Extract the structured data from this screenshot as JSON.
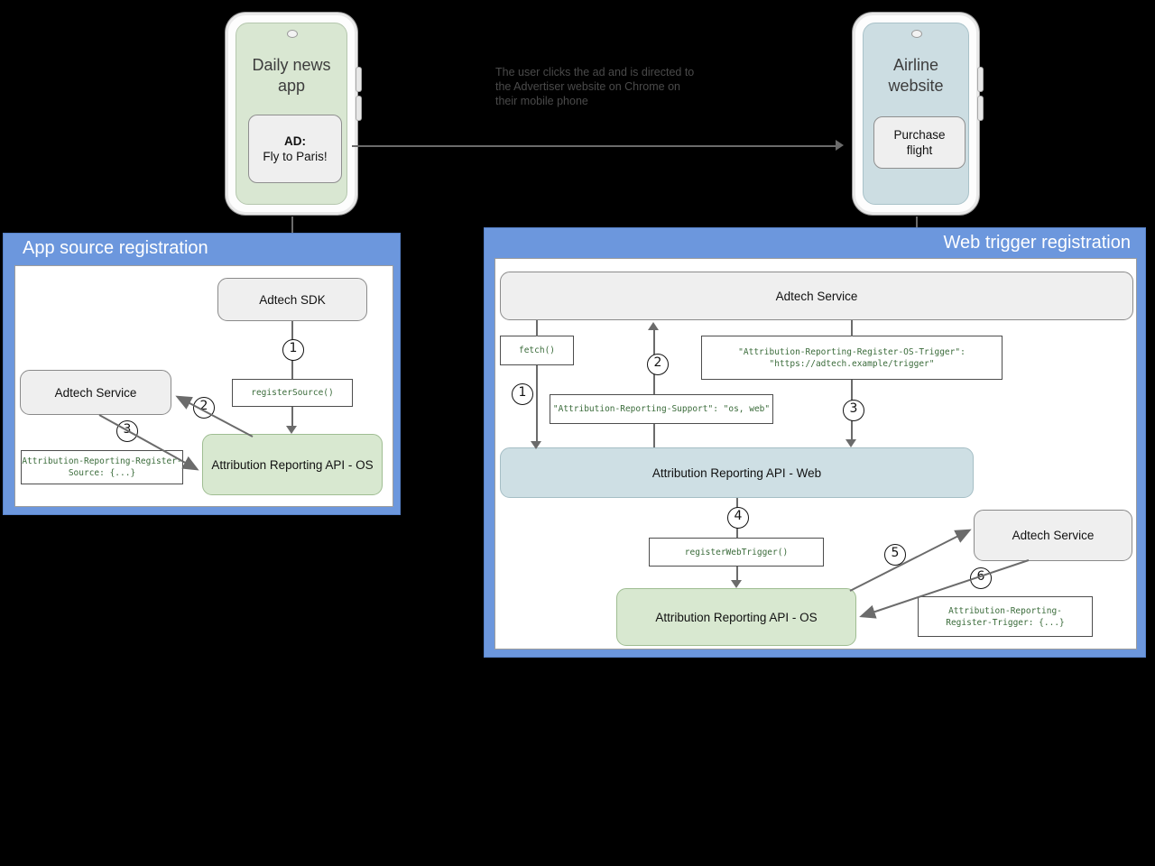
{
  "diagram": {
    "title_left": "App source registration",
    "title_right": "Web trigger registration",
    "caption": "The user clicks the ad and is directed to\nthe Advertiser website on Chrome on\ntheir mobile phone"
  },
  "phones": {
    "left": {
      "title": "Daily news\napp",
      "card": "AD:\nFly to Paris!",
      "card_strong": "AD:",
      "card_rest": "Fly to Paris!"
    },
    "right": {
      "title": "Airline\nwebsite",
      "card": "Purchase\nflight"
    }
  },
  "left_panel": {
    "nodes": {
      "sdk": "Adtech SDK",
      "service": "Adtech Service",
      "ara_os": "Attribution Reporting API - OS"
    },
    "codes": {
      "register_source": "registerSource()",
      "register_source_header": "Attribution-Reporting-Register-\nSource: {...}"
    },
    "steps": [
      "1",
      "2",
      "3"
    ]
  },
  "right_panel": {
    "nodes": {
      "service_top": "Adtech Service",
      "ara_web": "Attribution Reporting API - Web",
      "ara_os": "Attribution Reporting API - OS",
      "service_bottom": "Adtech Service"
    },
    "codes": {
      "fetch": "fetch()",
      "os_trigger_header": "\"Attribution-Reporting-Register-OS-Trigger\":\n    \"https://adtech.example/trigger\"",
      "support_header": "\"Attribution-Reporting-Support\": \"os, web\"",
      "register_web_trigger": "registerWebTrigger()",
      "register_trigger_header": "Attribution-Reporting-\nRegister-Trigger: {...}"
    },
    "steps": [
      "1",
      "2",
      "3",
      "4",
      "5",
      "6"
    ]
  },
  "colors": {
    "panel": "#6c97dd",
    "grey_node": "#efefef",
    "green_node": "#d8e8d0",
    "blue_node": "#cedfe4",
    "code_text": "#3a6b3a",
    "connector": "#6b6b6b"
  }
}
